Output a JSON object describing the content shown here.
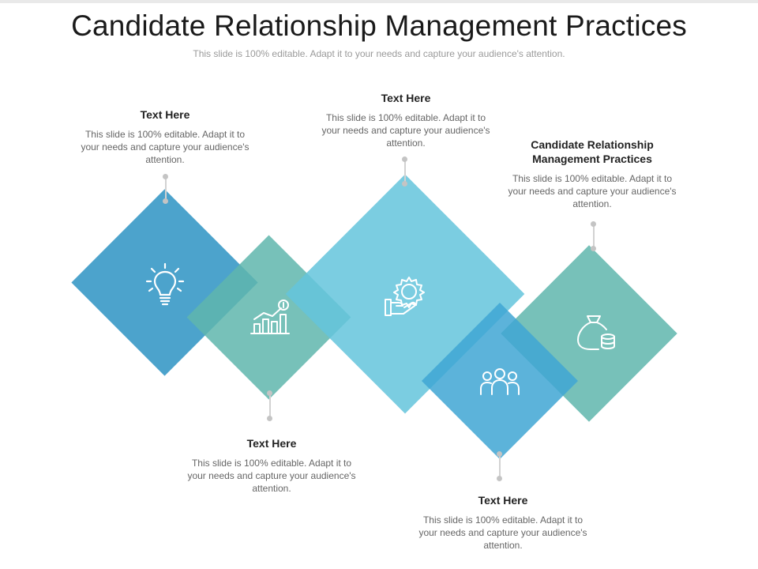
{
  "slide": {
    "title": "Candidate Relationship Management Practices",
    "subtitle": "This slide is 100% editable. Adapt it to your needs and capture your audience's attention."
  },
  "colors": {
    "blue_dark": "#3d9bc8",
    "teal": "#5fb6ad",
    "blue_light": "#64c4dc",
    "blue_mid": "#3fa6d4"
  },
  "items": [
    {
      "heading": "Text Here",
      "body": "This slide is 100% editable. Adapt it to your needs and capture your audience's attention.",
      "icon": "lightbulb-icon"
    },
    {
      "heading": "Text Here",
      "body": "This slide is 100% editable. Adapt it to your needs and capture your audience's attention.",
      "icon": "growth-chart-icon"
    },
    {
      "heading": "Text Here",
      "body": "This slide is 100% editable. Adapt it to your needs and capture your audience's attention.",
      "icon": "gear-hand-icon"
    },
    {
      "heading": "Text Here",
      "body": "This slide is 100% editable. Adapt it to your needs and capture your audience's attention.",
      "icon": "people-icon"
    },
    {
      "heading": "Candidate Relationship Management Practices",
      "body": "This slide is 100% editable. Adapt it to your needs and capture your audience's attention.",
      "icon": "money-bag-icon"
    }
  ]
}
